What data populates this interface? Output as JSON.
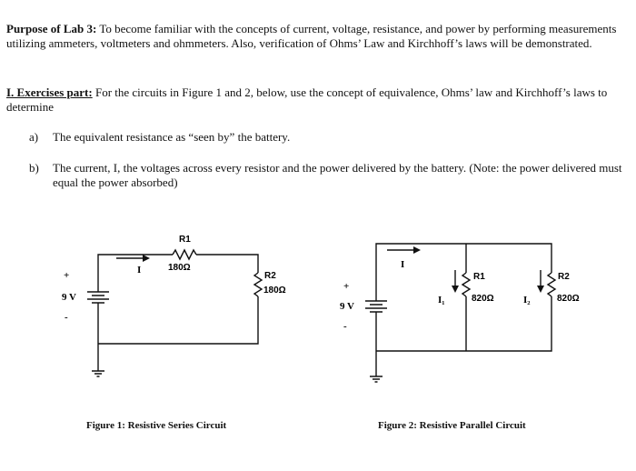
{
  "purpose": {
    "lead": "Purpose of Lab 3:",
    "text": " To become familiar with the concepts of current, voltage, resistance, and power by performing measurements utilizing ammeters, voltmeters and ohmmeters.  Also, verification of Ohms’ Law and Kirchhoff’s laws will be demonstrated."
  },
  "exercises": {
    "heading": "I.  Exercises part:",
    "text": " For the circuits in Figure 1 and 2, below, use the concept of equivalence, Ohms’ law and Kirchhoff’s laws to determine"
  },
  "items": [
    {
      "label": "a)",
      "text": "The equivalent resistance as “seen by” the battery."
    },
    {
      "label": "b)",
      "text": "The current, I, the voltages across every resistor and the power delivered by the battery. (Note: the power delivered must equal the power absorbed)"
    }
  ],
  "figure1": {
    "caption": "Figure 1: Resistive Series Circuit",
    "battery_plus": "+",
    "battery_minus": "-",
    "battery_voltage": "9 V",
    "current_label": "I",
    "r1_name": "R1",
    "r1_value": "180Ω",
    "r2_name": "R2",
    "r2_value": "180Ω"
  },
  "figure2": {
    "caption": "Figure 2: Resistive Parallel Circuit",
    "battery_plus": "+",
    "battery_minus": "-",
    "battery_voltage": "9 V",
    "current_label": "I",
    "i1_label": "I₁",
    "i2_label": "I₂",
    "r1_name": "R1",
    "r1_value": "820Ω",
    "r2_name": "R2",
    "r2_value": "820Ω"
  }
}
